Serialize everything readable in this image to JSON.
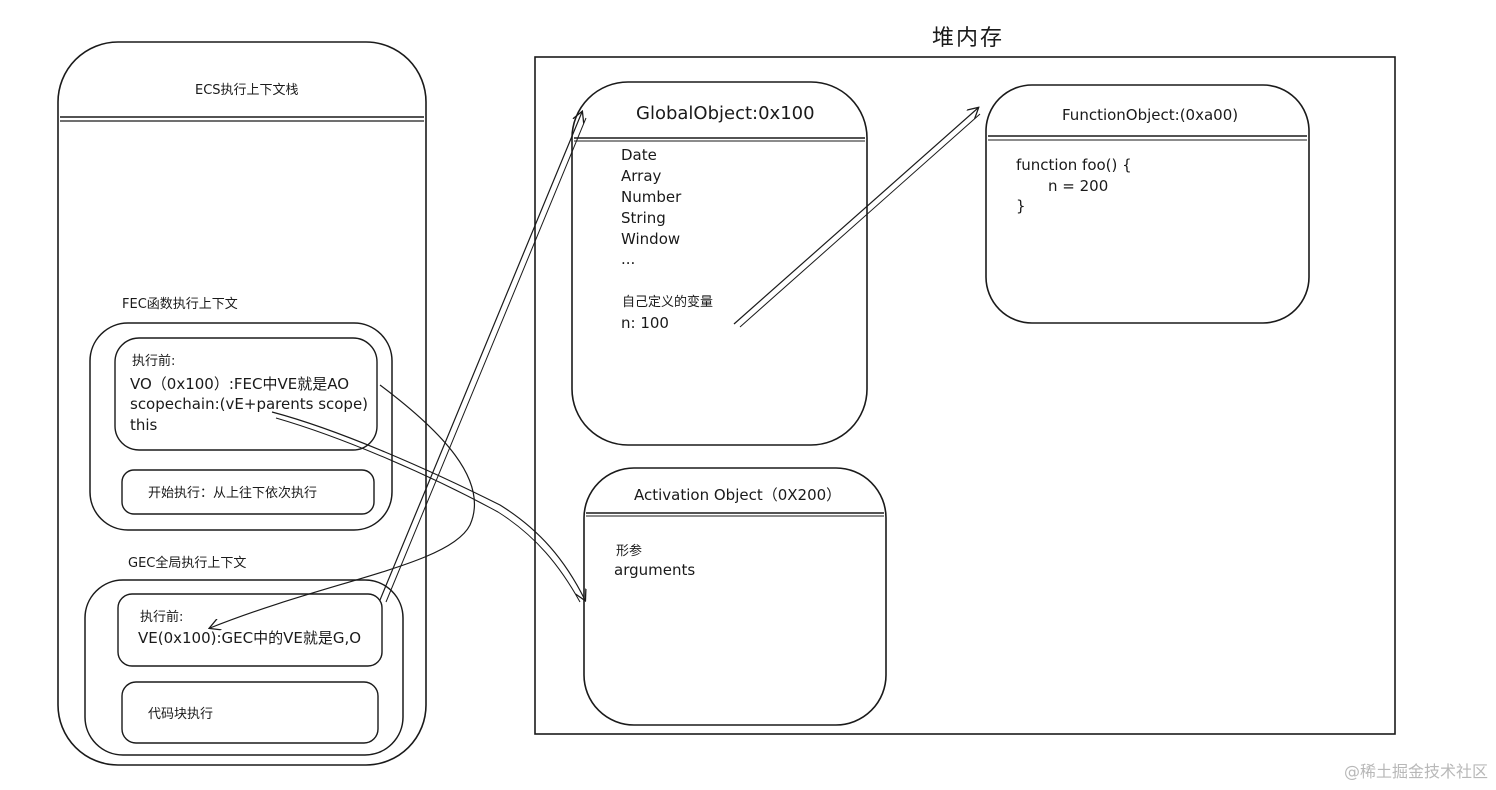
{
  "ecs": {
    "title": "ECS执行上下文栈",
    "fec": {
      "label": "FEC函数执行上下文",
      "before_title": "执行前:",
      "lines": [
        "VO（0x100）:FEC中VE就是AO",
        "scopechain:(vE+parents scope)",
        "this"
      ],
      "exec_label": "开始执行：从上往下依次执行"
    },
    "gec": {
      "label": "GEC全局执行上下文",
      "before_title": "执行前:",
      "line": "VE(0x100):GEC中的VE就是G,O",
      "exec_label": "代码块执行"
    }
  },
  "heap": {
    "title": "堆内存",
    "global_object": {
      "title": "GlobalObject:0x100",
      "items": [
        "Date",
        "Array",
        "Number",
        "String",
        "Window",
        "..."
      ],
      "custom_label": "自己定义的变量",
      "custom_value": "n: 100"
    },
    "function_object": {
      "title": "FunctionObject:(0xa00)",
      "code": [
        "function foo() {",
        "n = 200",
        "}"
      ]
    },
    "activation_object": {
      "title": "Activation Object（0X200）",
      "items": [
        "形参",
        "arguments"
      ]
    }
  },
  "watermark": "@稀土掘金技术社区"
}
